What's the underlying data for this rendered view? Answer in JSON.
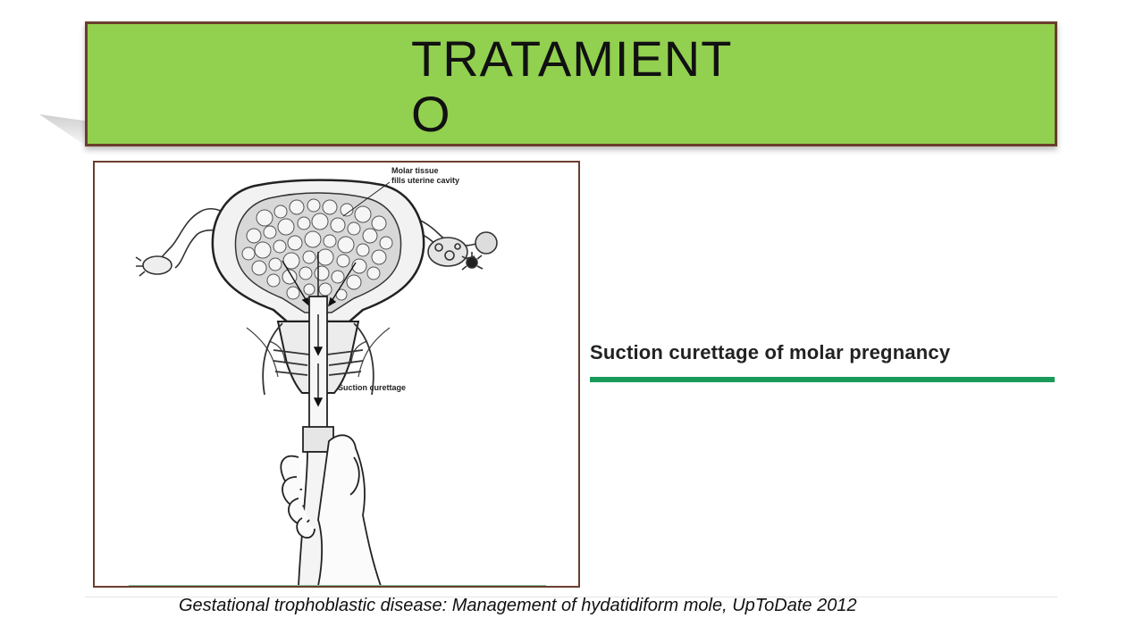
{
  "slide": {
    "title": "TRATAMIENTO",
    "figure": {
      "label_molar_tissue": "Molar tissue",
      "label_fills_cavity": "fills uterine cavity",
      "label_suction": "Suction curettage"
    },
    "caption": "Suction curettage of molar pregnancy",
    "citation": "Gestational trophoblastic disease: Management of hydatidiform mole, UpToDate 2012"
  },
  "colors": {
    "banner": "#92d050",
    "banner_border": "#6b3e2e",
    "caption_rule": "#1a9a5a"
  }
}
